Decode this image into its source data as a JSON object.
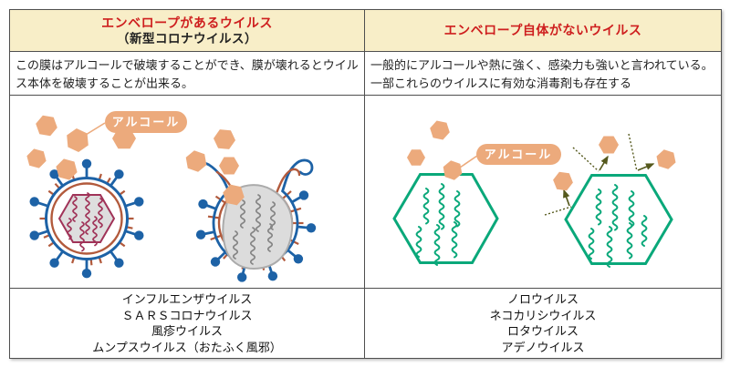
{
  "table": {
    "panels": [
      {
        "id": "enveloped",
        "header_title": "エンベロープがあるウイルス",
        "header_subtitle": "（新型コロナウイルス）",
        "description": "この膜はアルコールで破壊することができ、膜が壊れるとウイルス本体を破壊することが出来る。",
        "alcohol_label": "アルコール",
        "virus_list": [
          "インフルエンザウイルス",
          "ＳＡＲＳコロナウイルス",
          "風疹ウイルス",
          "ムンプスウイルス（おたふく風邪）"
        ]
      },
      {
        "id": "non_enveloped",
        "header_title": "エンベロープ自体がないウイルス",
        "header_subtitle": "",
        "description": "一般的にアルコールや熱に強く、感染力も強いと言われている。\n一部これらのウイルスに有効な消毒剤も存在する",
        "alcohol_label": "アルコール",
        "virus_list": [
          "ノロウイルス",
          "ネコカリシウイルス",
          "ロタウイルス",
          "アデノウイルス"
        ]
      }
    ]
  },
  "theme": {
    "header_bg": "#f8eec8",
    "header_red": "#ce1e1e",
    "text_dark": "#222222",
    "border": "#4f4f4f"
  },
  "illustration_colors": {
    "alcohol": "#ecaa7c",
    "membrane_blue": "#1d62a6",
    "envelope_red": "#b25a3c",
    "capsid_maroon": "#a03358",
    "capsid_fill": "#dedede",
    "broken_capsid_fill": "#dcdcdc",
    "broken_capsid_stroke": "#ababab",
    "broken_rna_gray": "#858585",
    "nonenveloped_green": "#0aa87a",
    "arrow_olive": "#55591d",
    "label_text": "#ffffff"
  }
}
